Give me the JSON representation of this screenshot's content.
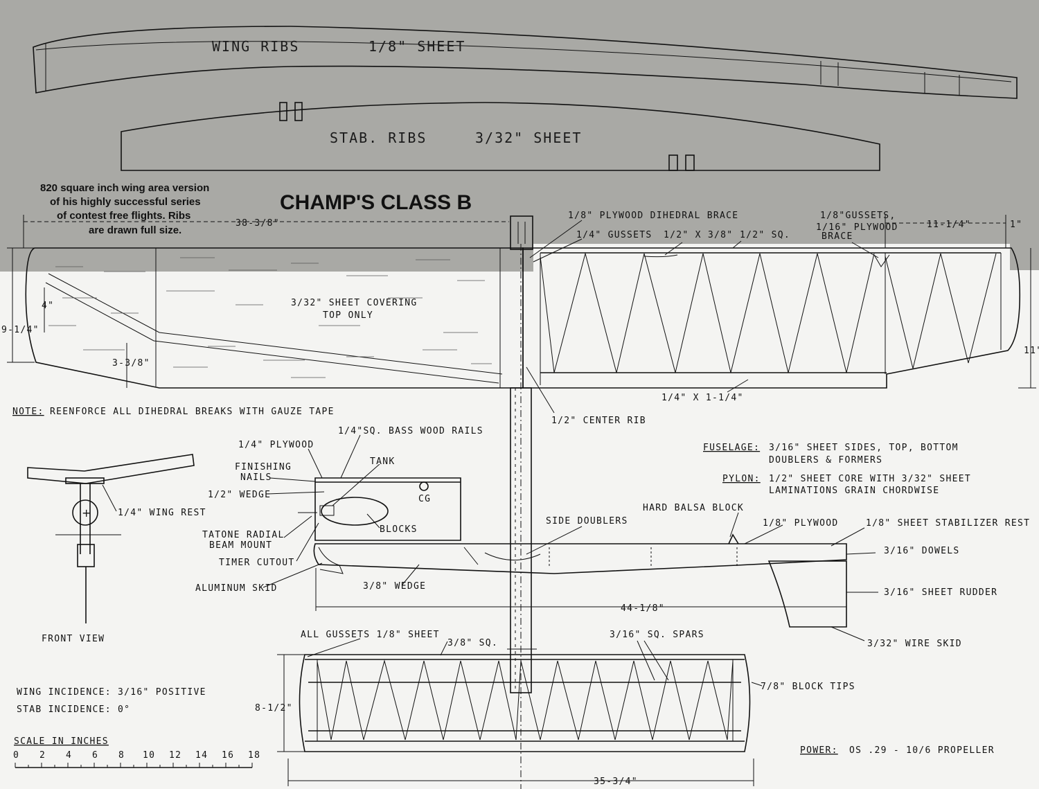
{
  "ribs": {
    "wing_label": "WING RIBS",
    "wing_sheet": "1/8\" SHEET",
    "stab_label": "STAB. RIBS",
    "stab_sheet": "3/32\" SHEET"
  },
  "title": "CHAMP'S CLASS B",
  "description": [
    "820 square inch wing area version",
    "of his highly successful series",
    "of contest free flights. Ribs",
    "are drawn full size."
  ],
  "wing": {
    "half_span": "38-3/8\"",
    "tip_panel": "11-1/4\"",
    "tip_width": "1\"",
    "chord_root": "9-1/4\"",
    "chord_right": "11\"",
    "dim_4": "4\"",
    "dim_338": "3-3/8\"",
    "covering": [
      "3/32\" SHEET COVERING",
      "TOP ONLY"
    ],
    "callouts": {
      "dihedral_brace": "1/8\" PLYWOOD DIHEDRAL BRACE",
      "gussets": "1/4\" GUSSETS",
      "spar": "1/2\" X 3/8\"",
      "sq": "1/2\" SQ.",
      "tip_gussets": [
        "1/8\"GUSSETS,",
        "1/16\" PLYWOOD",
        "BRACE"
      ],
      "trailing_edge": "1/4\" X 1-1/4\"",
      "center_rib": "1/2\" CENTER RIB"
    }
  },
  "notes": {
    "note_label": "NOTE:",
    "note_text": "REENFORCE ALL DIHEDRAL BREAKS WITH GAUZE TAPE",
    "fuselage_label": "FUSELAGE:",
    "fuselage_text": [
      "3/16\" SHEET SIDES, TOP, BOTTOM",
      "DOUBLERS & FORMERS"
    ],
    "pylon_label": "PYLON:",
    "pylon_text": [
      "1/2\" SHEET CORE WITH 3/32\" SHEET",
      "LAMINATIONS GRAIN CHORDWISE"
    ],
    "wing_incidence": "WING INCIDENCE:  3/16\" POSITIVE",
    "stab_incidence": "STAB INCIDENCE:  0°",
    "power_label": "POWER:",
    "power_text": "OS .29 - 10/6 PROPELLER"
  },
  "front_view": {
    "label": "FRONT   VIEW",
    "wing_rest": "1/4\" WING REST"
  },
  "fuselage": {
    "rails": "1/4\"SQ. BASS WOOD RAILS",
    "plywood": "1/4\" PLYWOOD",
    "nails": [
      "FINISHING",
      "NAILS"
    ],
    "tank": "TANK",
    "cg": "CG",
    "wedge_half": "1/2\" WEDGE",
    "blocks": "BLOCKS",
    "mount": [
      "TATONE RADIAL",
      "BEAM MOUNT"
    ],
    "timer": "TIMER CUTOUT",
    "skid": "ALUMINUM SKID",
    "side_doublers": "SIDE DOUBLERS",
    "wedge_38": "3/8\" WEDGE",
    "balsa_block": "HARD BALSA BLOCK",
    "plywood_18": "1/8\" PLYWOOD",
    "stab_rest": "1/8\" SHEET STABILIZER REST",
    "dowels": "3/16\" DOWELS",
    "rudder": "3/16\" SHEET RUDDER",
    "length": "44-1/8\"",
    "wire_skid": "3/32\" WIRE SKID"
  },
  "stab": {
    "gussets": "ALL GUSSETS 1/8\" SHEET",
    "sq": "3/8\" SQ.",
    "spars": "3/16\" SQ. SPARS",
    "tips": "7/8\" BLOCK TIPS",
    "chord": "8-1/2\"",
    "span": "35-3/4\""
  },
  "scale": {
    "label": "SCALE IN INCHES",
    "ticks": [
      "0",
      "2",
      "4",
      "6",
      "8",
      "10",
      "12",
      "14",
      "16",
      "18"
    ]
  }
}
